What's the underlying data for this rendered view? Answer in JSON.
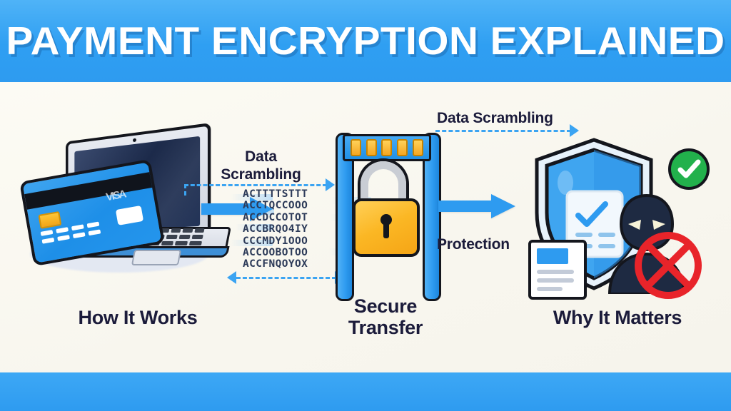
{
  "header": {
    "title": "PAYMENT ENCRYPTION EXPLAINED",
    "band_color": "#2E9BF0"
  },
  "footer": {
    "band_color": "#2E9BF0"
  },
  "canvas": {
    "background_color": "#FAF8F0"
  },
  "sections": [
    {
      "id": "how-it-works",
      "caption": "How It Works"
    },
    {
      "id": "secure-transfer",
      "caption_line1": "Secure",
      "caption_line2": "Transfer"
    },
    {
      "id": "why-it-matters",
      "caption": "Why It Matters"
    }
  ],
  "connectors": {
    "scrambling_left_line1": "Data",
    "scrambling_left_line2": "Scrambling",
    "scrambling_top": "Data Scrambling",
    "protection": "Protection"
  },
  "scrambled_data": {
    "rows": [
      "ACTTTTSTTT",
      "ACCTQCCOOO",
      "ACCDCCOTOT",
      "ACCBRQO4IY",
      "CCCMDY1OOO",
      "ACCOOBOTOO",
      "ACCFNQOYOX"
    ]
  },
  "gate": {
    "light_count": 5,
    "light_color": "#F5A623",
    "frame_color": "#2E9BF0"
  },
  "lock": {
    "body_color": "#FBB724",
    "shackle_color": "#C9CDD4"
  },
  "card": {
    "brand_mark": "VISA",
    "body_color": "#2495EC",
    "chip_color": "#F2A416",
    "number_groups": 8
  },
  "shield": {
    "fill_color": "#3FA5F0",
    "check_badge_color": "#22B14C"
  },
  "threat": {
    "ban_color": "#E8242A",
    "figure_color": "#1E2A42"
  },
  "arrows": {
    "solid_color": "#2E9BF0",
    "dashed_color": "#3BA4F2"
  }
}
